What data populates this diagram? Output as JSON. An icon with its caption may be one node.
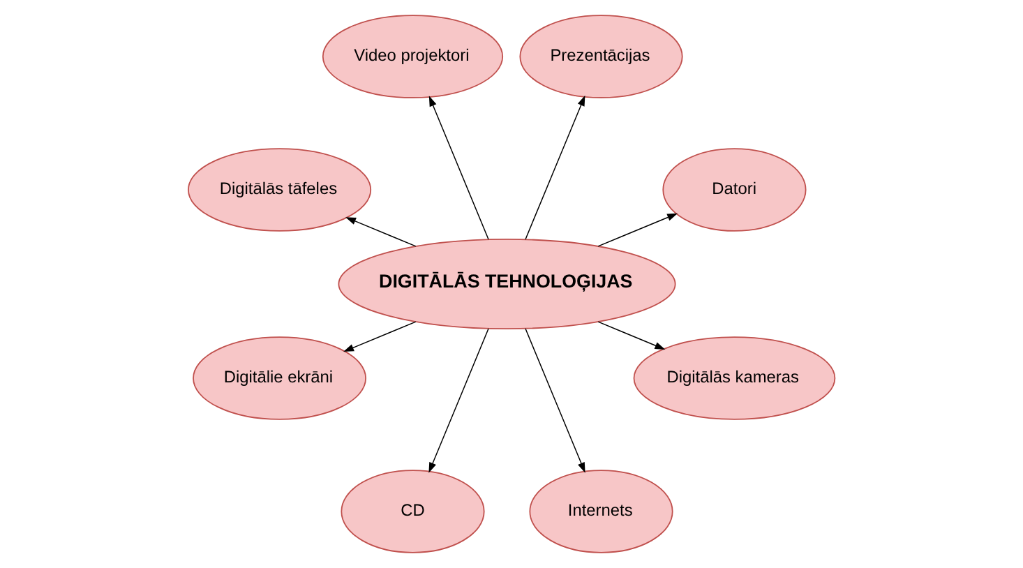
{
  "diagram": {
    "nodes": [
      {
        "text": [
          "Datori"
        ]
      },
      {
        "text": [
          "Prezentācijas"
        ]
      },
      {
        "text": [
          "Video projektori"
        ]
      },
      {
        "text": [
          "Digitālās tāfeles"
        ]
      },
      {
        "text": [
          "DIGITĀLĀS TEHNOLOĢIJAS"
        ]
      },
      {
        "text": [
          "Digitālie ekrāni"
        ]
      },
      {
        "text": [
          "CD"
        ]
      },
      {
        "text": [
          "Internets"
        ]
      },
      {
        "text": [
          "Digitālās kameras"
        ]
      }
    ],
    "edges": [
      {
        "from": 4,
        "to": 0,
        "arrow": "to"
      },
      {
        "from": 4,
        "to": 1,
        "arrow": "to"
      },
      {
        "from": 4,
        "to": 2,
        "arrow": "to"
      },
      {
        "from": 4,
        "to": 3,
        "arrow": "to"
      },
      {
        "from": 4,
        "to": 5,
        "arrow": "to"
      },
      {
        "from": 4,
        "to": 6,
        "arrow": "to"
      },
      {
        "from": 4,
        "to": 7,
        "arrow": "to"
      },
      {
        "from": 4,
        "to": 8,
        "arrow": "to"
      }
    ]
  }
}
